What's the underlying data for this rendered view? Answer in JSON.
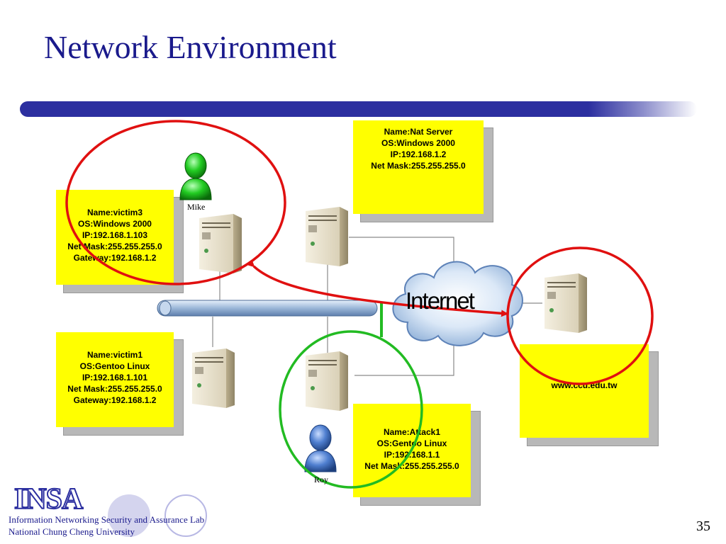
{
  "slide": {
    "title": "Network Environment",
    "page_number": "35"
  },
  "footer": {
    "logo_text": "INSA",
    "lab_name": "Information Networking Security and Assurance Lab",
    "university": "National Chung Cheng University"
  },
  "network": {
    "cloud_label": "Internet",
    "people": [
      {
        "name": "Mike",
        "color": "#22cc22"
      },
      {
        "name": "Roy",
        "color": "#3366cc"
      }
    ],
    "hosts": {
      "nat_server": [
        "Name:Nat Server",
        "OS:Windows 2000",
        "IP:192.168.1.2",
        "Net Mask:255.255.255.0"
      ],
      "victim3": [
        "Name:victim3",
        "OS:Windows 2000",
        "IP:192.168.1.103",
        "Net Mask:255.255.255.0",
        "Gateway:192.168.1.2"
      ],
      "victim1": [
        "Name:victim1",
        "OS:Gentoo Linux",
        "IP:192.168.1.101",
        "Net Mask:255.255.255.0",
        "Gateway:192.168.1.2"
      ],
      "attack1": [
        "Name:Attack1",
        "OS:Gentoo Linux",
        "IP:192.168.1.1",
        "Net Mask:255.255.255.0"
      ],
      "web": [
        "www.ccu.edu.tw"
      ]
    }
  },
  "colors": {
    "note_fill": "#ffff00",
    "highlight_red": "#e01010",
    "highlight_green": "#22bb22",
    "title_blue": "#1a1a8c"
  }
}
